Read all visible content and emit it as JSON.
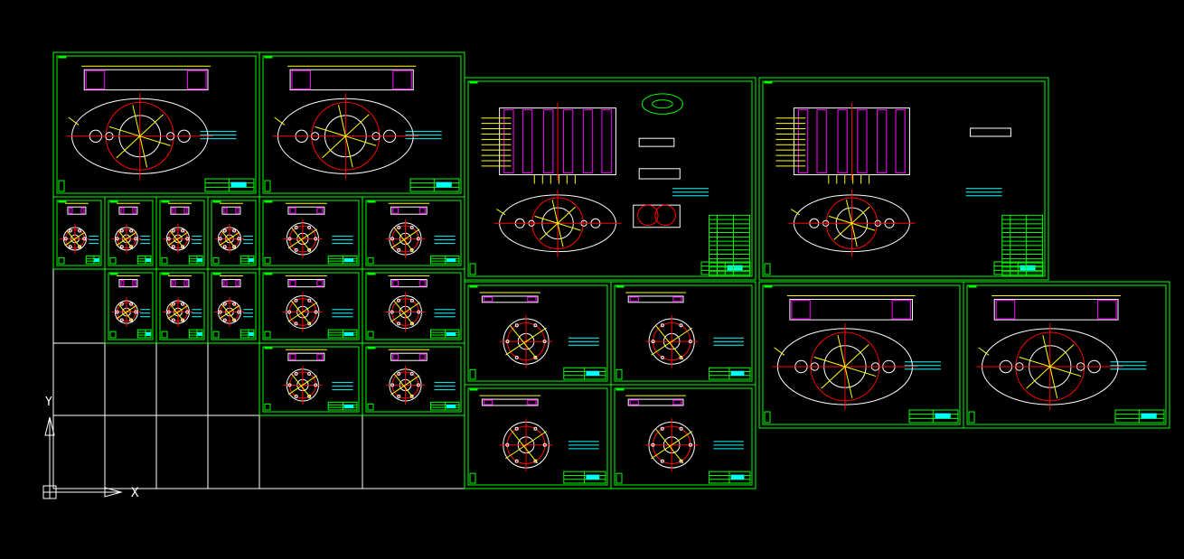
{
  "app": {
    "view": "model-space"
  },
  "colors": {
    "background": "#000000",
    "frame": "#00ff00",
    "outline": "#ffffff",
    "center_line": "#ff0000",
    "dimension": "#ffff00",
    "note": "#00ffff",
    "hatch": "#ff00ff"
  },
  "ucs": {
    "y_label": "Y",
    "x_label": "X"
  },
  "sheets": [
    {
      "id": "sheet-a1",
      "kind": "plate-assembly"
    },
    {
      "id": "sheet-a2",
      "kind": "plate-assembly"
    },
    {
      "id": "sheet-b1",
      "kind": "die-section"
    },
    {
      "id": "sheet-b2",
      "kind": "die-section"
    },
    {
      "id": "sheet-c1",
      "kind": "part"
    },
    {
      "id": "sheet-c2",
      "kind": "part"
    },
    {
      "id": "sheet-c3",
      "kind": "part"
    },
    {
      "id": "sheet-c4",
      "kind": "part"
    },
    {
      "id": "sheet-c5",
      "kind": "part"
    },
    {
      "id": "sheet-c6",
      "kind": "part"
    },
    {
      "id": "sheet-d1",
      "kind": "part"
    },
    {
      "id": "sheet-d2",
      "kind": "part"
    },
    {
      "id": "sheet-d3",
      "kind": "part"
    },
    {
      "id": "sheet-d4",
      "kind": "part"
    },
    {
      "id": "sheet-d5",
      "kind": "part"
    },
    {
      "id": "sheet-e1",
      "kind": "part"
    },
    {
      "id": "sheet-e2",
      "kind": "part"
    },
    {
      "id": "sheet-f1",
      "kind": "part"
    },
    {
      "id": "sheet-f2",
      "kind": "part"
    },
    {
      "id": "sheet-f3",
      "kind": "part"
    },
    {
      "id": "sheet-f4",
      "kind": "part"
    },
    {
      "id": "sheet-g1",
      "kind": "plate-assembly"
    },
    {
      "id": "sheet-g2",
      "kind": "plate-assembly"
    }
  ]
}
